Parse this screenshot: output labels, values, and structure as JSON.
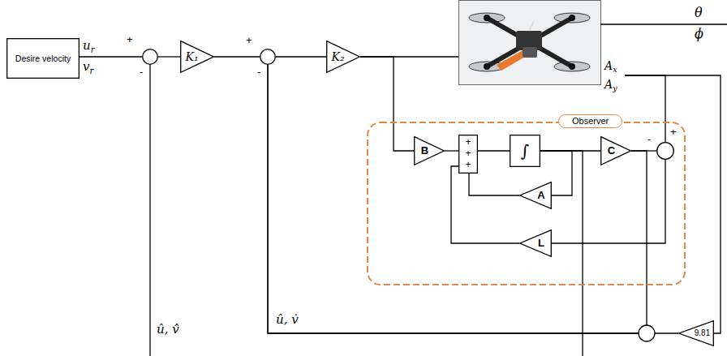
{
  "diagram": {
    "nodes": [
      {
        "text": [
          "Desire velocity"
        ]
      },
      {
        "text": [
          "+",
          "-"
        ]
      },
      {
        "text": [
          "K₁"
        ]
      },
      {
        "text": [
          "+",
          "-"
        ]
      },
      {
        "text": [
          "K₂"
        ]
      },
      {
        "text": [
          "Ax",
          "Ay"
        ]
      },
      {
        "text": [
          "Observer"
        ]
      },
      {
        "text": [
          "B"
        ],
        "in": 6
      },
      {
        "text": [
          "+",
          "+",
          "+"
        ],
        "in": 6
      },
      {
        "text": [
          "∫"
        ],
        "in": 6
      },
      {
        "text": [
          "C"
        ],
        "in": 6
      },
      {
        "text": [
          "+",
          "-"
        ],
        "in": 6
      },
      {
        "text": [
          "A"
        ],
        "in": 6
      },
      {
        "text": [
          "L"
        ],
        "in": 6
      },
      {
        "text": [
          "9.81"
        ]
      }
    ],
    "edges": [
      {
        "from": 0,
        "to": 1,
        "arrow": "none"
      },
      {
        "from": 1,
        "to": 2,
        "arrow": "none"
      },
      {
        "from": 2,
        "to": 3,
        "arrow": "none"
      },
      {
        "from": 3,
        "to": 4,
        "arrow": "none"
      },
      {
        "from": 4,
        "to": 5,
        "arrow": "none"
      },
      {
        "from": 4,
        "to": 7,
        "arrow": "none"
      },
      {
        "from": 7,
        "to": 8,
        "arrow": "none"
      },
      {
        "from": 8,
        "to": 9,
        "arrow": "none"
      },
      {
        "from": 9,
        "to": 10,
        "arrow": "none"
      },
      {
        "from": 10,
        "to": 11,
        "arrow": "none"
      },
      {
        "from": 9,
        "to": 12,
        "arrow": "none"
      },
      {
        "from": 12,
        "to": 8,
        "arrow": "none"
      },
      {
        "from": 5,
        "to": 11,
        "arrow": "none"
      },
      {
        "from": 11,
        "to": 13,
        "arrow": "none"
      },
      {
        "from": 13,
        "to": 8,
        "arrow": "none"
      },
      {
        "from": 5,
        "to": 14,
        "arrow": "none"
      },
      {
        "from": 14,
        "to": 3,
        "arrow": "none"
      },
      {
        "from": 10,
        "to": 3,
        "arrow": "none"
      },
      {
        "from": 9,
        "to": 1,
        "arrow": "none"
      }
    ],
    "labels": [
      "ur",
      "vr",
      "θ",
      "ϕ",
      "û, v̇",
      "û, v̂"
    ]
  }
}
